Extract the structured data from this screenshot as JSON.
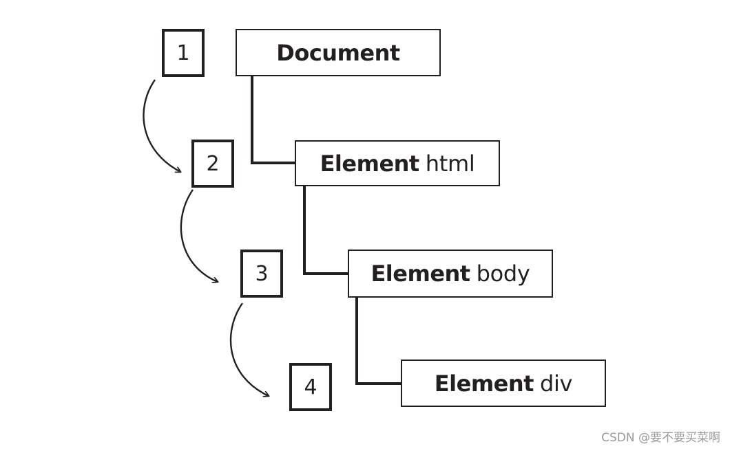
{
  "nodes": [
    {
      "kind": "Document",
      "tag": ""
    },
    {
      "kind": "Element",
      "tag": "html"
    },
    {
      "kind": "Element",
      "tag": "body"
    },
    {
      "kind": "Element",
      "tag": "div"
    }
  ],
  "steps": [
    "1",
    "2",
    "3",
    "4"
  ],
  "watermark": "CSDN @要不要买菜啊",
  "colors": {
    "ink": "#231f20",
    "background": "#ffffff",
    "watermark": "#9a9a9a"
  }
}
